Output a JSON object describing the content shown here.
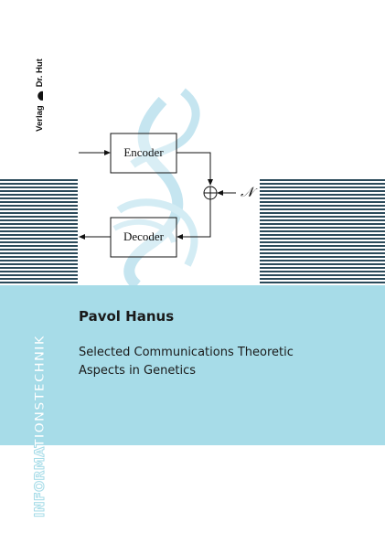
{
  "publisher": {
    "name": "Verlag Dr. Hut",
    "left": "Verlag",
    "right": "Dr. Hut"
  },
  "diagram": {
    "encoder_label": "Encoder",
    "decoder_label": "Decoder",
    "noise_label": "𝒩"
  },
  "author": "Pavol Hanus",
  "title_lines": [
    "Selected Communications Theoretic",
    "Aspects in Genetics"
  ],
  "series": "INFORMATIONSTECHNIK",
  "colors": {
    "band": "#a7dce8",
    "stripes": "#2b4a5a",
    "dna": "#bfe3ef"
  }
}
